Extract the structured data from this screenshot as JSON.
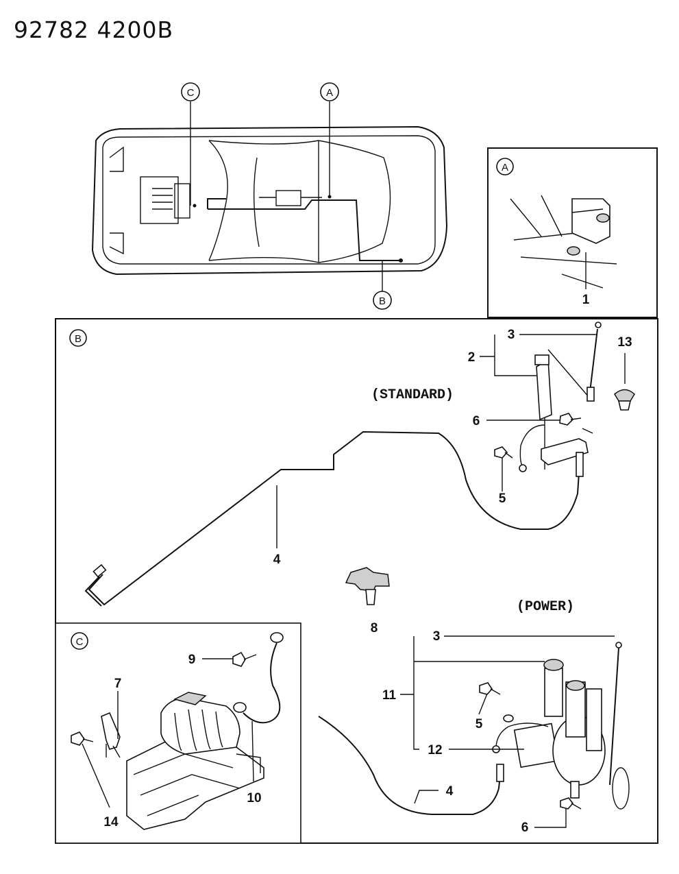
{
  "header": {
    "doc_code": "92782  4200B"
  },
  "callouts": {
    "a": "A",
    "b": "B",
    "c": "C"
  },
  "captions": {
    "standard": "(STANDARD)",
    "power": "(POWER)"
  },
  "parts": {
    "p1": "1",
    "p2": "2",
    "p3": "3",
    "p3b": "3",
    "p4": "4",
    "p4b": "4",
    "p5": "5",
    "p5b": "5",
    "p6": "6",
    "p6b": "6",
    "p7": "7",
    "p8": "8",
    "p9": "9",
    "p10": "10",
    "p11": "11",
    "p12": "12",
    "p13": "13",
    "p14": "14"
  }
}
